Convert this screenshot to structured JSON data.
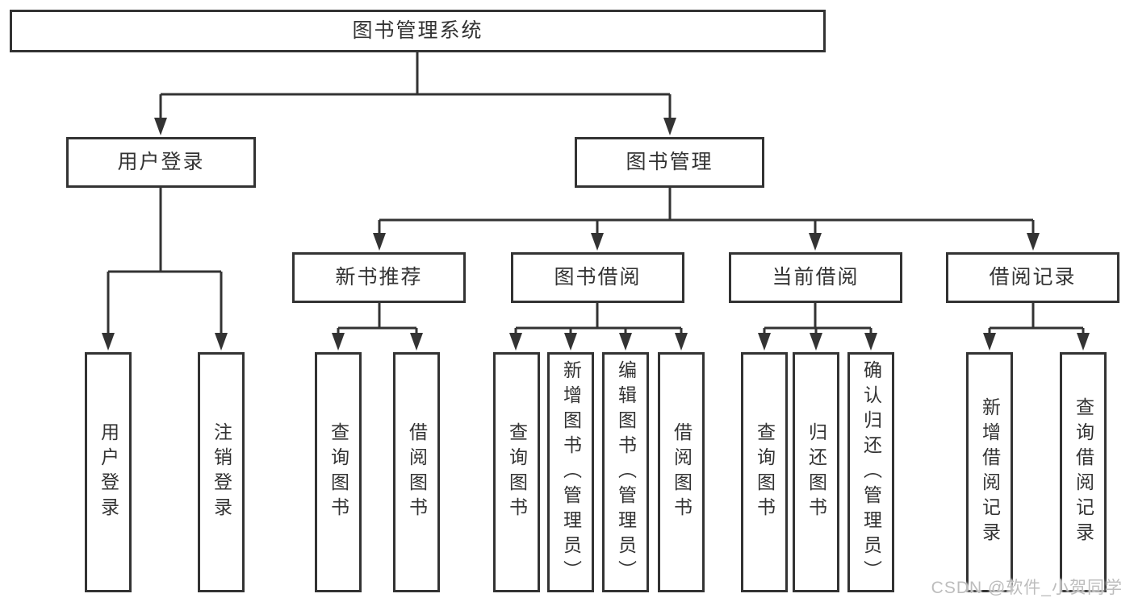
{
  "diagram_type": "hierarchy-tree",
  "colors": {
    "line": "#333333",
    "box_border": "#333333",
    "text": "#333333",
    "background": "#ffffff",
    "watermark_text_color": "#bdbdbd"
  },
  "hierarchy": {
    "label": "图书管理系统",
    "children": [
      {
        "label": "用户登录",
        "children": [
          {
            "label": "用户登录"
          },
          {
            "label": "注销登录"
          }
        ]
      },
      {
        "label": "图书管理",
        "children": [
          {
            "label": "新书推荐",
            "children": [
              {
                "label": "查询图书"
              },
              {
                "label": "借阅图书"
              }
            ]
          },
          {
            "label": "图书借阅",
            "children": [
              {
                "label": "查询图书"
              },
              {
                "label": "新增图书（管理员）"
              },
              {
                "label": "编辑图书（管理员）"
              },
              {
                "label": "借阅图书"
              }
            ]
          },
          {
            "label": "当前借阅",
            "children": [
              {
                "label": "查询图书"
              },
              {
                "label": "归还图书"
              },
              {
                "label": "确认归还（管理员）"
              }
            ]
          },
          {
            "label": "借阅记录",
            "children": [
              {
                "label": "新增借阅记录"
              },
              {
                "label": "查询借阅记录"
              }
            ]
          }
        ]
      }
    ]
  },
  "watermark": {
    "text": "CSDN @软件_小贺同学"
  }
}
